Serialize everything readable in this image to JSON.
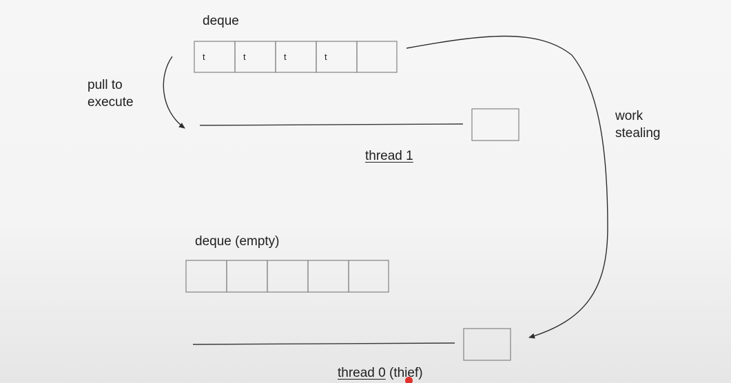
{
  "labels": {
    "deque_top": "deque",
    "pull_line1": "pull to",
    "pull_line2": "execute",
    "work_line1": "work",
    "work_line2": "stealing",
    "thread1": "thread 1",
    "deque_bottom": "deque (empty)",
    "thread0": "thread 0",
    "thief": " (thief)"
  },
  "deque_top_cells": [
    "t",
    "t",
    "t",
    "t",
    ""
  ],
  "deque_bottom_cells": [
    "",
    "",
    "",
    "",
    ""
  ],
  "colors": {
    "stroke": "#8a8a8a",
    "line": "#3a3a3a",
    "cursor": "#e0322c"
  }
}
